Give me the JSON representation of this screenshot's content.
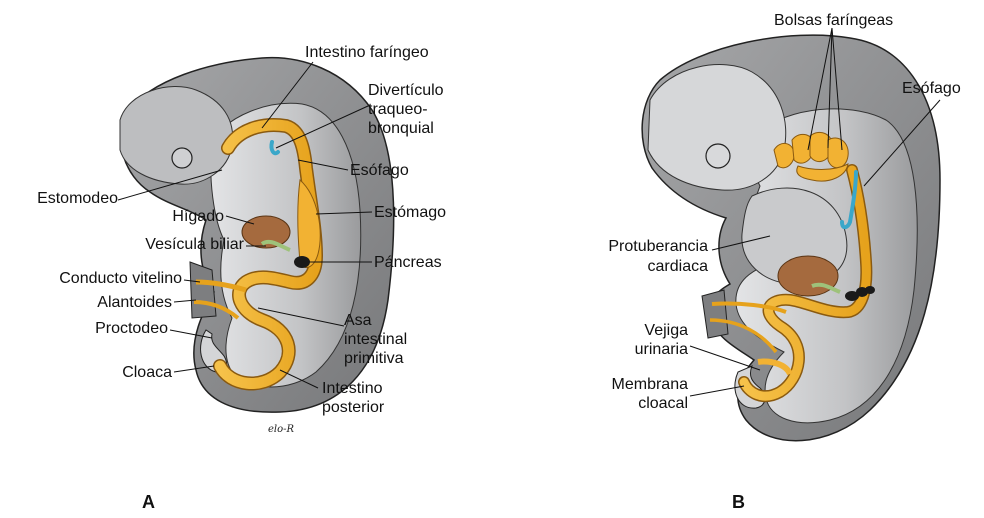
{
  "panel_a": {
    "letter": "A",
    "signature": "elo-R",
    "labels": {
      "intestino_faringeo": "Intestino faríngeo",
      "diverticulo_1": "Divertículo",
      "diverticulo_2": "traqueo-",
      "diverticulo_3": "bronquial",
      "esofago": "Esófago",
      "estomodeo": "Estomodeo",
      "higado": "Hígado",
      "estomago": "Estómago",
      "vesicula": "Vesícula biliar",
      "pancreas": "Páncreas",
      "conducto": "Conducto vitelino",
      "alantoides": "Alantoides",
      "proctodeo": "Proctodeo",
      "asa_1": "Asa",
      "asa_2": "intestinal",
      "asa_3": "primitiva",
      "cloaca": "Cloaca",
      "posterior_1": "Intestino",
      "posterior_2": "posterior"
    }
  },
  "panel_b": {
    "letter": "B",
    "labels": {
      "bolsas": "Bolsas faríngeas",
      "esofago": "Esófago",
      "protuberancia_1": "Protuberancia",
      "protuberancia_2": "cardiaca",
      "vejiga_1": "Vejiga",
      "vejiga_2": "urinaria",
      "membrana_1": "Membrana",
      "membrana_2": "cloacal"
    }
  },
  "colors": {
    "body_dark": "#8a8a8c",
    "body_mid": "#b7b8ba",
    "body_light": "#dcdddf",
    "gut": "#f2b233",
    "gut_edge": "#8a5a10",
    "liver": "#a56a3e",
    "trachea": "#3aa7c9",
    "gall": "#9ec27a",
    "pancreas": "#1a1a1a"
  }
}
